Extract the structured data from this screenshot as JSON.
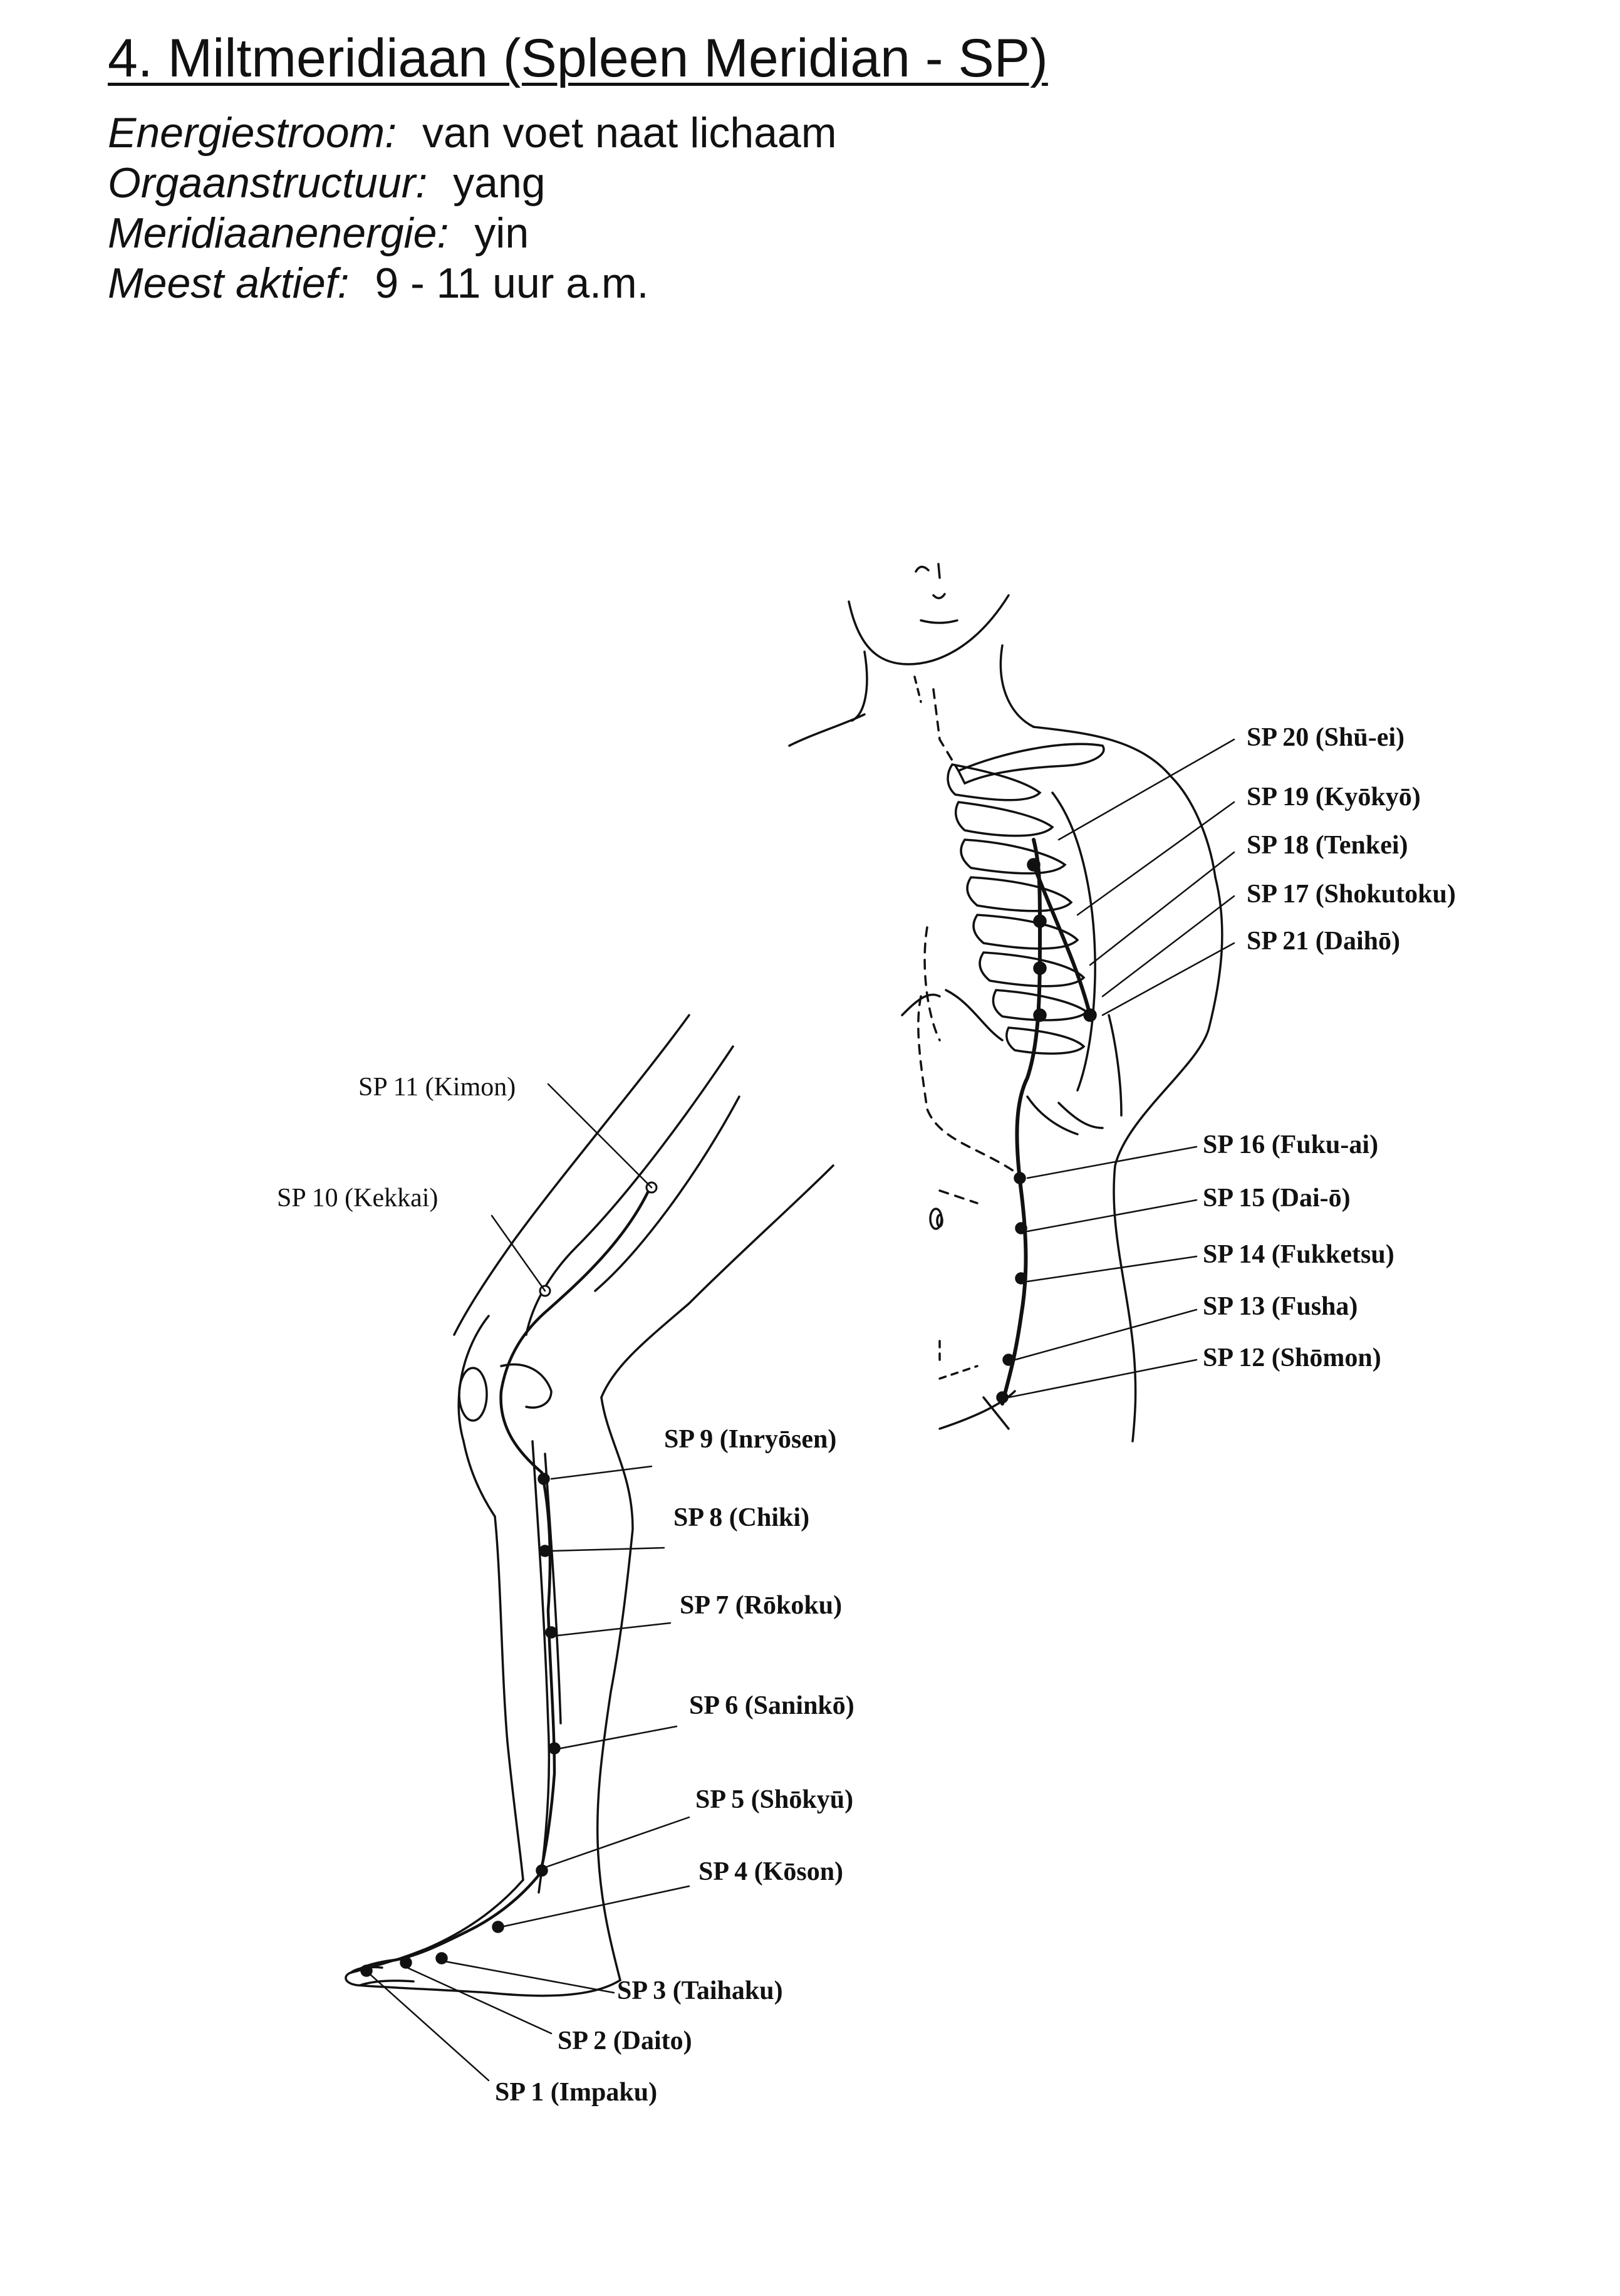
{
  "title": "4. Miltmeridiaan (Spleen Meridian - SP)",
  "info": [
    {
      "key": "Energiestroom",
      "value": "van voet naat lichaam"
    },
    {
      "key": "Orgaanstructuur",
      "value": "yang"
    },
    {
      "key": "Meridiaanenergie",
      "value": "yin"
    },
    {
      "key": "Meest aktief",
      "value": "9 - 11 uur a.m."
    }
  ],
  "torso_points": {
    "sp20": "SP 20 (Shū-ei)",
    "sp19": "SP 19 (Kyōkyō)",
    "sp18": "SP 18 (Tenkei)",
    "sp17": "SP 17 (Shokutoku)",
    "sp21": "SP 21 (Daihō)",
    "sp16": "SP 16 (Fuku-ai)",
    "sp15": "SP 15 (Dai-ō)",
    "sp14": "SP 14 (Fukketsu)",
    "sp13": "SP 13 (Fusha)",
    "sp12": "SP 12 (Shōmon)"
  },
  "leg_points": {
    "sp11": "SP 11 (Kimon)",
    "sp10": "SP 10 (Kekkai)",
    "sp9": "SP 9 (Inryōsen)",
    "sp8": "SP 8 (Chiki)",
    "sp7": "SP 7 (Rōkoku)",
    "sp6": "SP 6 (Saninkō)",
    "sp5": "SP 5 (Shōkyū)",
    "sp4": "SP 4 (Kōson)",
    "sp3": "SP 3 (Taihaku)",
    "sp2": "SP 2 (Daito)",
    "sp1": "SP 1 (Impaku)"
  },
  "colors": {
    "ink": "#111111",
    "paper": "#ffffff"
  }
}
